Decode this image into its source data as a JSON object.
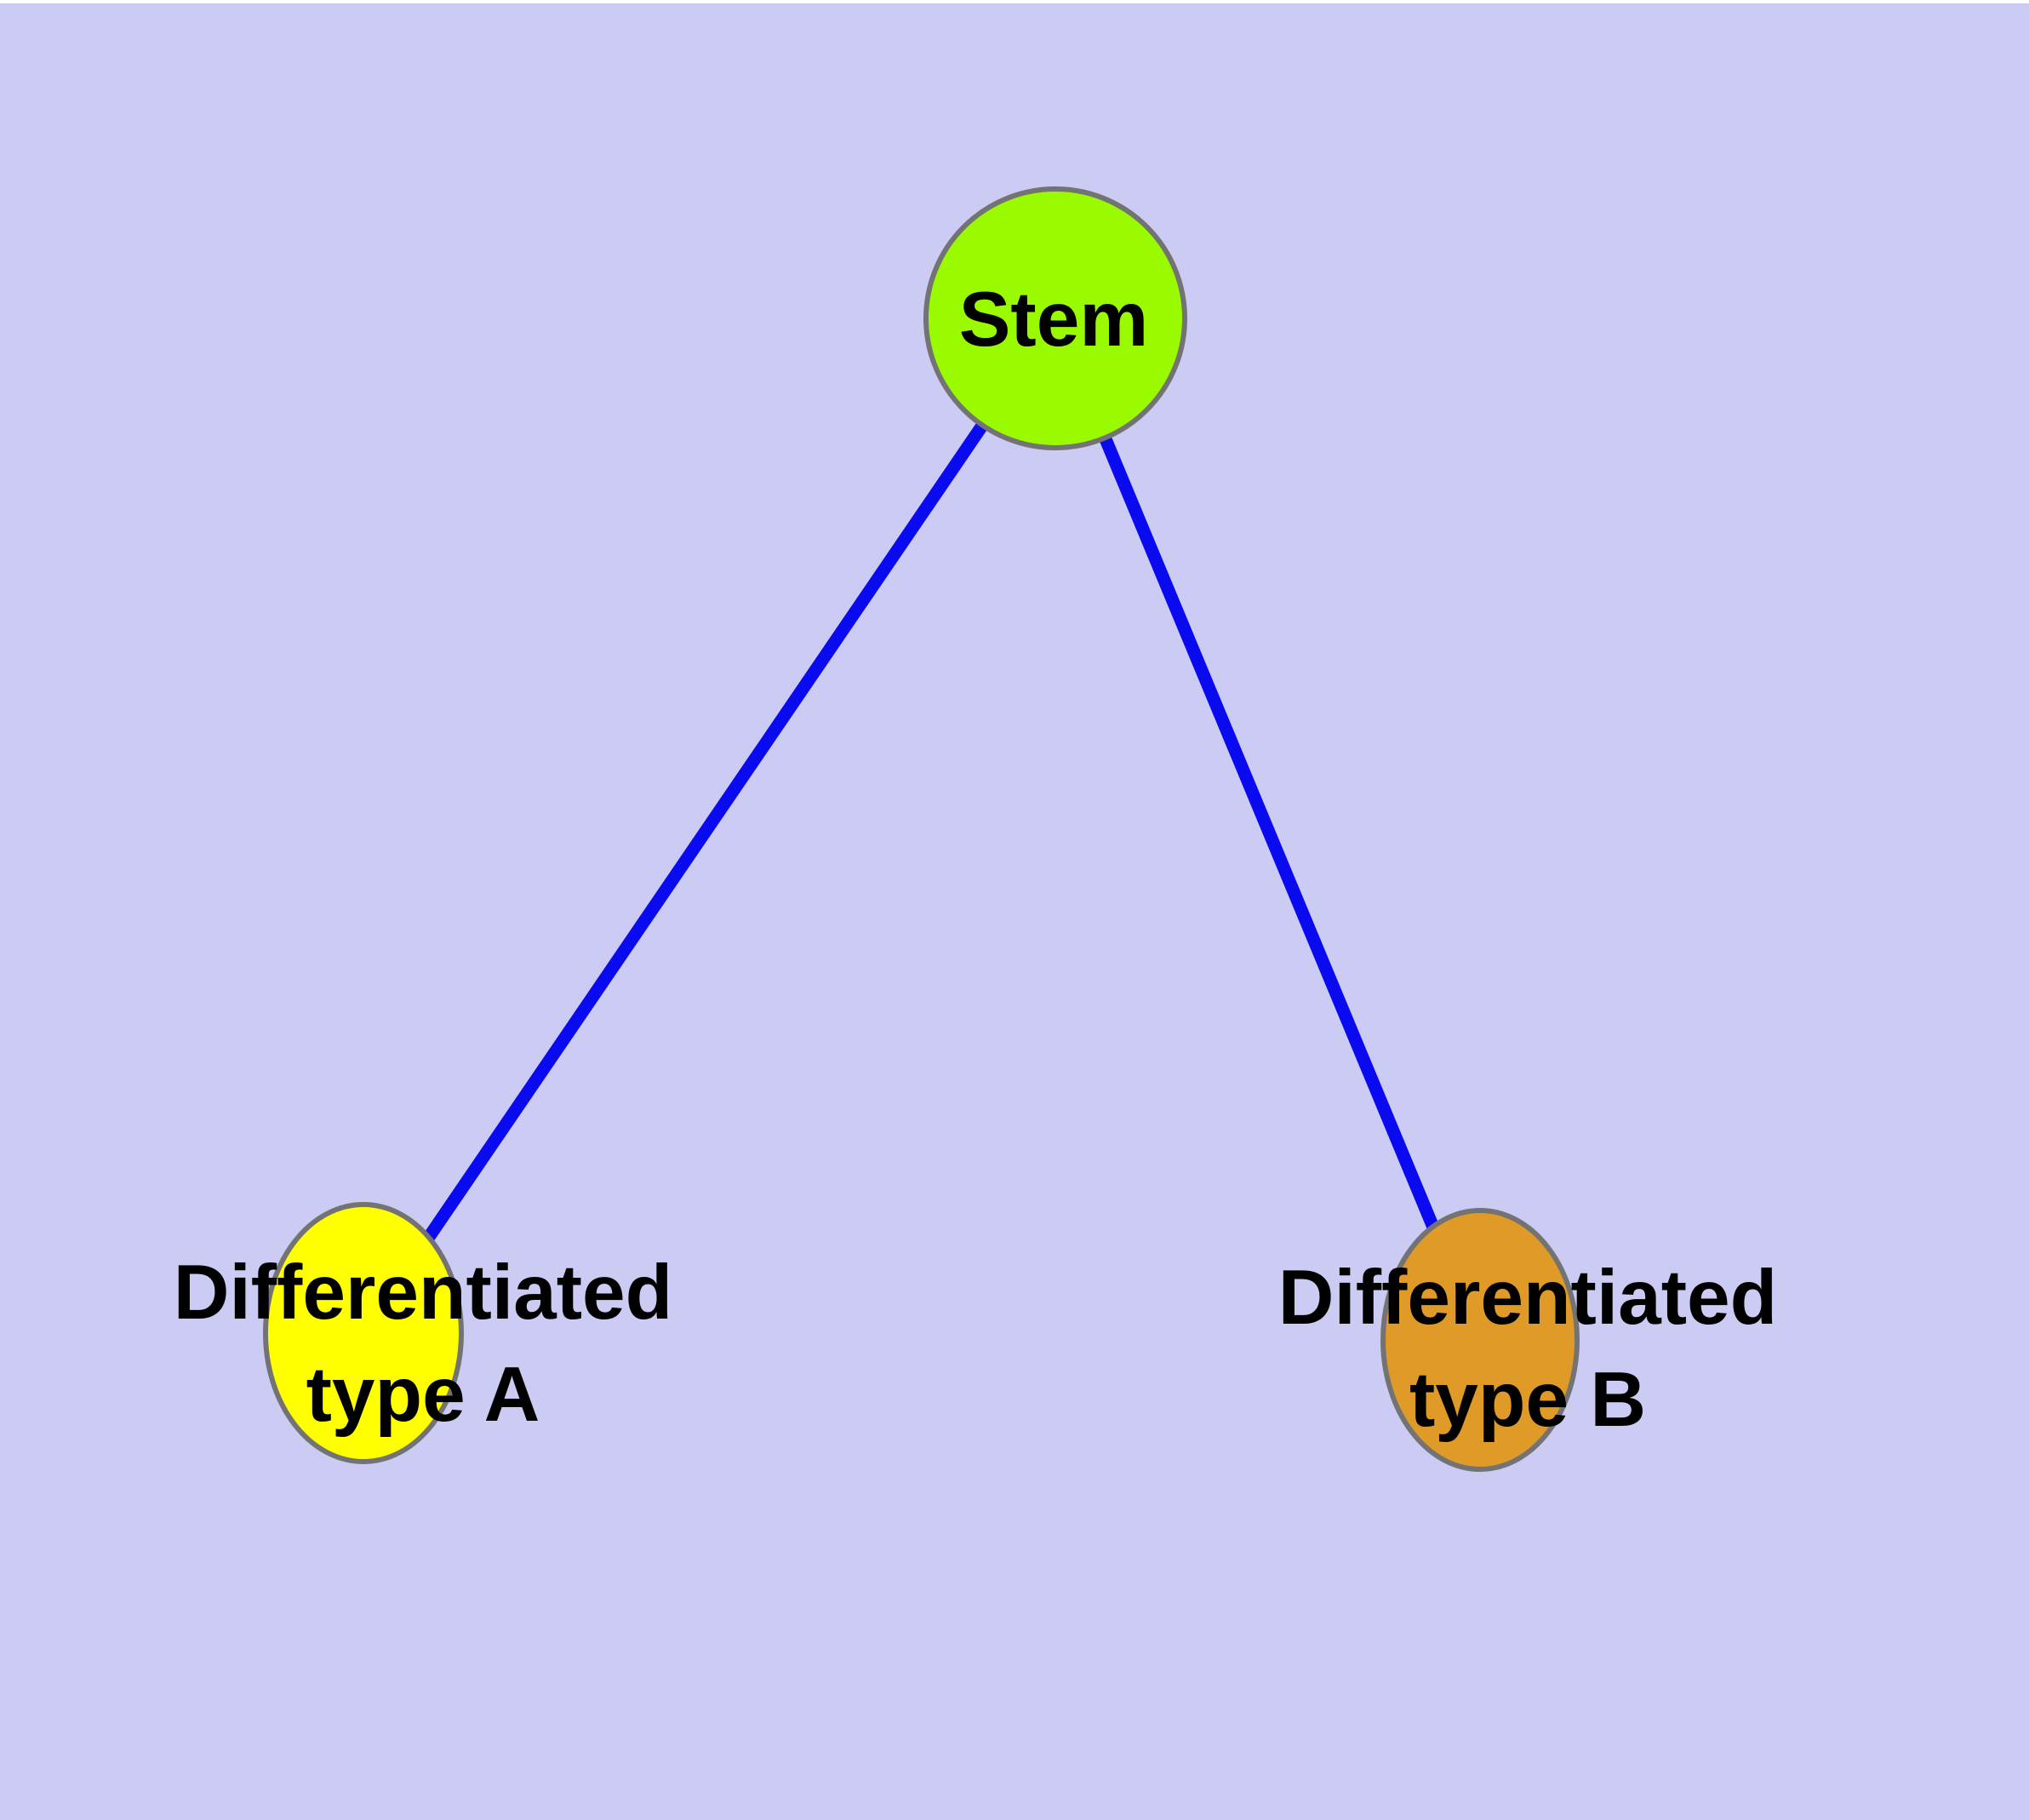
{
  "diagram": {
    "background_color": "#CBCBF4",
    "top_strip_color": "#FFFFFF",
    "node_border_color": "#737373",
    "edge_color": "#0A0AF0",
    "label_color": "#000000",
    "nodes": [
      {
        "id": "stem",
        "label": "Stem",
        "fill": "#9AFB00",
        "shape": "circle"
      },
      {
        "id": "differentiated-type-a",
        "label": "Differentiated type A",
        "line1": "Differentiated",
        "line2": "type A",
        "fill": "#FFFF00",
        "shape": "ellipse"
      },
      {
        "id": "differentiated-type-b",
        "label": "Differentiated type B",
        "line1": "Differentiated",
        "line2": "type B",
        "fill": "#E09A28",
        "shape": "ellipse"
      }
    ],
    "edges": [
      {
        "from": "Stem",
        "to": "Differentiated type A"
      },
      {
        "from": "Stem",
        "to": "Differentiated type B"
      }
    ]
  }
}
